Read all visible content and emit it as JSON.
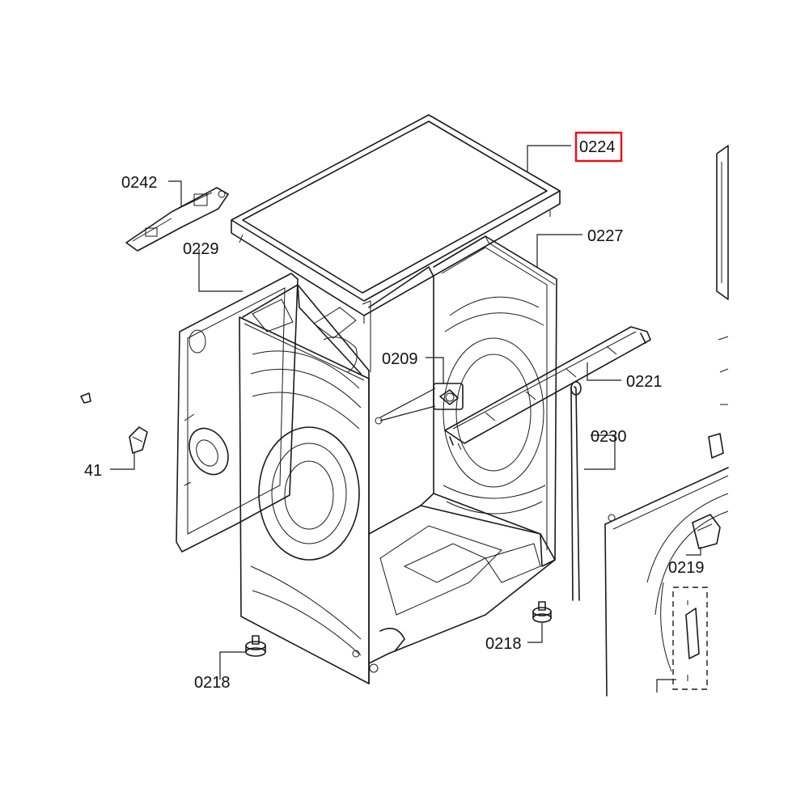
{
  "diagram": {
    "highlight_color": "#e0141c",
    "labels": {
      "top_cover": "0224",
      "top_bracket": "0242",
      "rear_panel": "0229",
      "right_side_panel": "0227",
      "fastener": "0209",
      "cross_rail": "0221",
      "rod": "0230",
      "foot_left": "0218",
      "foot_right": "0218",
      "door_lock": "0219",
      "small_part": "41"
    },
    "highlighted_label": "0224"
  }
}
